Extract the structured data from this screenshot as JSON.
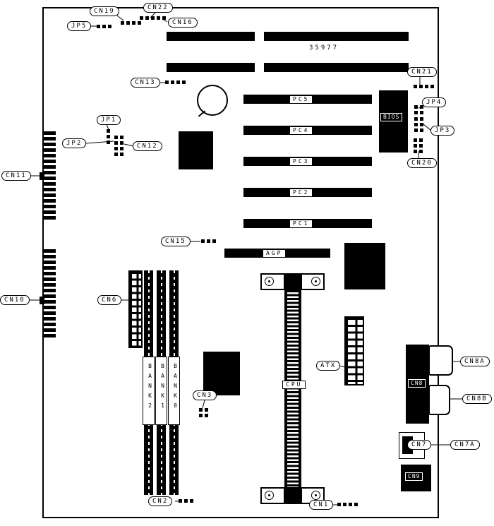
{
  "diagram": {
    "part_number": "35977",
    "labels": {
      "cn19": "CN19",
      "cn22": "CN22",
      "jp5": "JP5",
      "cn16": "CN16",
      "cn13": "CN13",
      "cn21": "CN21",
      "jp4": "JP4",
      "jp3": "JP3",
      "jp1": "JP1",
      "jp2": "JP2",
      "cn12": "CN12",
      "cn20": "CN20",
      "cn11": "CN11",
      "cn15": "CN15",
      "cn10": "CN10",
      "cn6": "CN6",
      "cn3": "CN3",
      "atx": "ATX",
      "cn8a": "CN8A",
      "cn8b": "CN8B",
      "cn7": "CN7",
      "cn7a": "CN7A",
      "cn2": "CN2",
      "cn1": "CN1",
      "cn8": "CN8",
      "cn9": "CN9",
      "bios": "BIOS",
      "cpu": "CPU",
      "agp": "AGP",
      "pc1": "PC1",
      "pc2": "PC2",
      "pc3": "PC3",
      "pc4": "PC4",
      "pc5": "PC5",
      "bank0": "BANK0",
      "bank1": "BANK1",
      "bank2": "BANK2"
    },
    "colors": {
      "ink": "#000000",
      "background": "#ffffff"
    }
  }
}
